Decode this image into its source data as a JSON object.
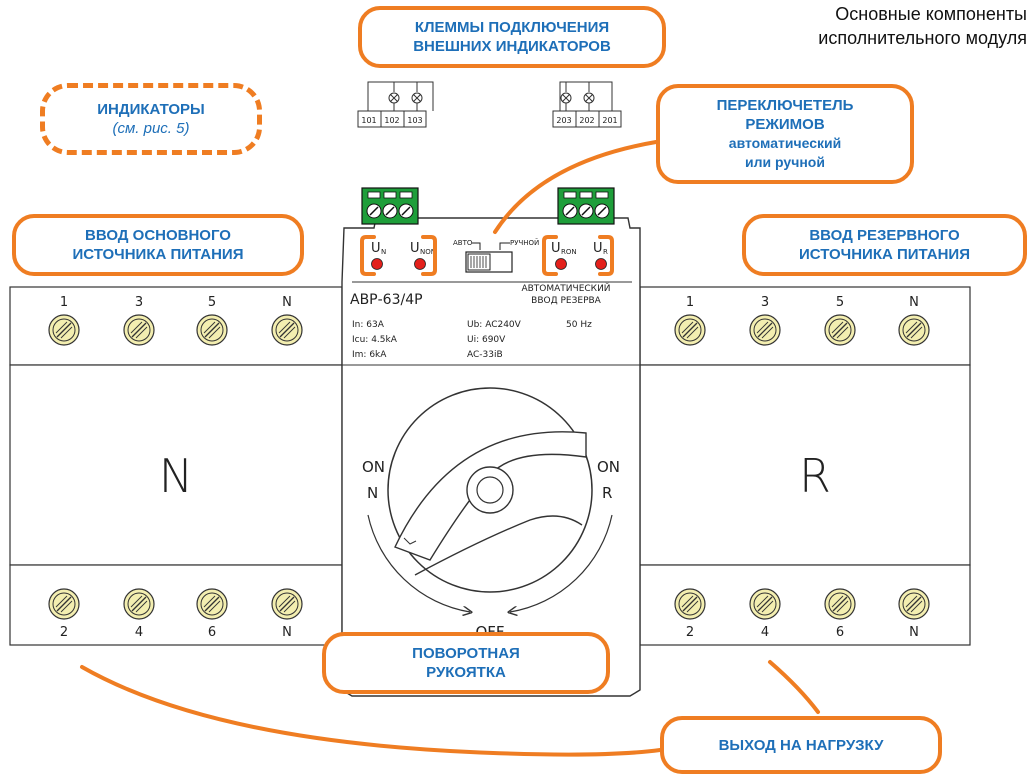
{
  "title": {
    "line1": "Основные компоненты",
    "line2": "исполнительного модуля"
  },
  "callouts": {
    "terminals": {
      "line1": "КЛЕММЫ ПОДКЛЮЧЕНИЯ",
      "line2": "ВНЕШНИХ ИНДИКАТОРОВ"
    },
    "indicators": {
      "line1": "ИНДИКАТОРЫ",
      "line2": "(см. рис. 5)"
    },
    "mode_switch": {
      "line1": "ПЕРЕКЛЮЧЕТЕЛЬ",
      "line2": "РЕЖИМОВ",
      "line3": "автоматический",
      "line4": "или ручной"
    },
    "main_input": {
      "line1": "ВВОД ОСНОВНОГО",
      "line2": "ИСТОЧНИКА ПИТАНИЯ"
    },
    "reserve_input": {
      "line1": "ВВОД РЕЗЕРВНОГО",
      "line2": "ИСТОЧНИКА ПИТАНИЯ"
    },
    "handle": {
      "line1": "ПОВОРОТНАЯ",
      "line2": "РУКОЯТКА"
    },
    "load_output": {
      "line1": "ВЫХОД НА НАГРУЗКУ"
    }
  },
  "terminal_blocks": {
    "left": [
      "101",
      "102",
      "103"
    ],
    "right": [
      "203",
      "202",
      "201"
    ]
  },
  "indicators": {
    "un": "U",
    "un_sub": "N",
    "unon": "U",
    "unon_sub": "NON",
    "uron": "U",
    "uron_sub": "RON",
    "ur": "U",
    "ur_sub": "R"
  },
  "switch": {
    "auto": "АВТО",
    "manual": "РУЧНОЙ"
  },
  "auto_reserve": {
    "line1": "АВТОМАТИЧЕСКИЙ",
    "line2": "ВВОД РЕЗЕРВА"
  },
  "device": {
    "model": "АВР-63/4Р",
    "in": "In: 63A",
    "icu": "Icu: 4.5kA",
    "im": "Im: 6kA",
    "ub": "Ub: AC240V",
    "ui": "Ui: 690V",
    "ac": "AC-33iB",
    "freq": "50 Hz"
  },
  "modules": {
    "left_letter": "N",
    "right_letter": "R",
    "top_labels": [
      "1",
      "3",
      "5",
      "N"
    ],
    "bottom_labels": [
      "2",
      "4",
      "6",
      "N"
    ]
  },
  "dial": {
    "on": "ON",
    "n": "N",
    "r": "R",
    "off": "OFF"
  },
  "colors": {
    "callout_border": "#ef7d22",
    "callout_text": "#1e6fb8",
    "terminal_green": "#1e9e3a",
    "led_red": "#e3201b",
    "screw_yellow": "#f3eeb0"
  }
}
